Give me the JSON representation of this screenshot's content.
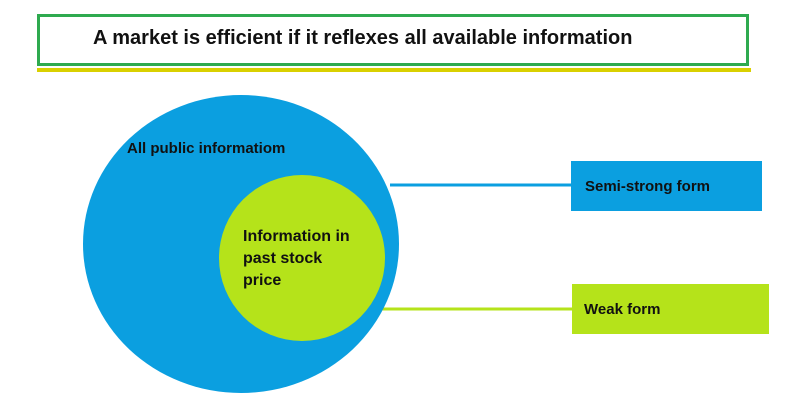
{
  "title": "A market is efficient if it reflexes all available information",
  "outer_circle": {
    "label": "All public informatiom",
    "color": "#0b9fe0"
  },
  "inner_circle": {
    "label_lines": [
      "Information in",
      "past stock",
      "price"
    ],
    "color": "#b5e31a"
  },
  "forms": {
    "semi_strong": {
      "label": "Semi-strong form",
      "color": "#0b9fe0"
    },
    "weak": {
      "label": "Weak form",
      "color": "#b5e31a"
    }
  },
  "colors": {
    "title_border": "#2eaa4f",
    "title_underline": "#d9d000"
  }
}
